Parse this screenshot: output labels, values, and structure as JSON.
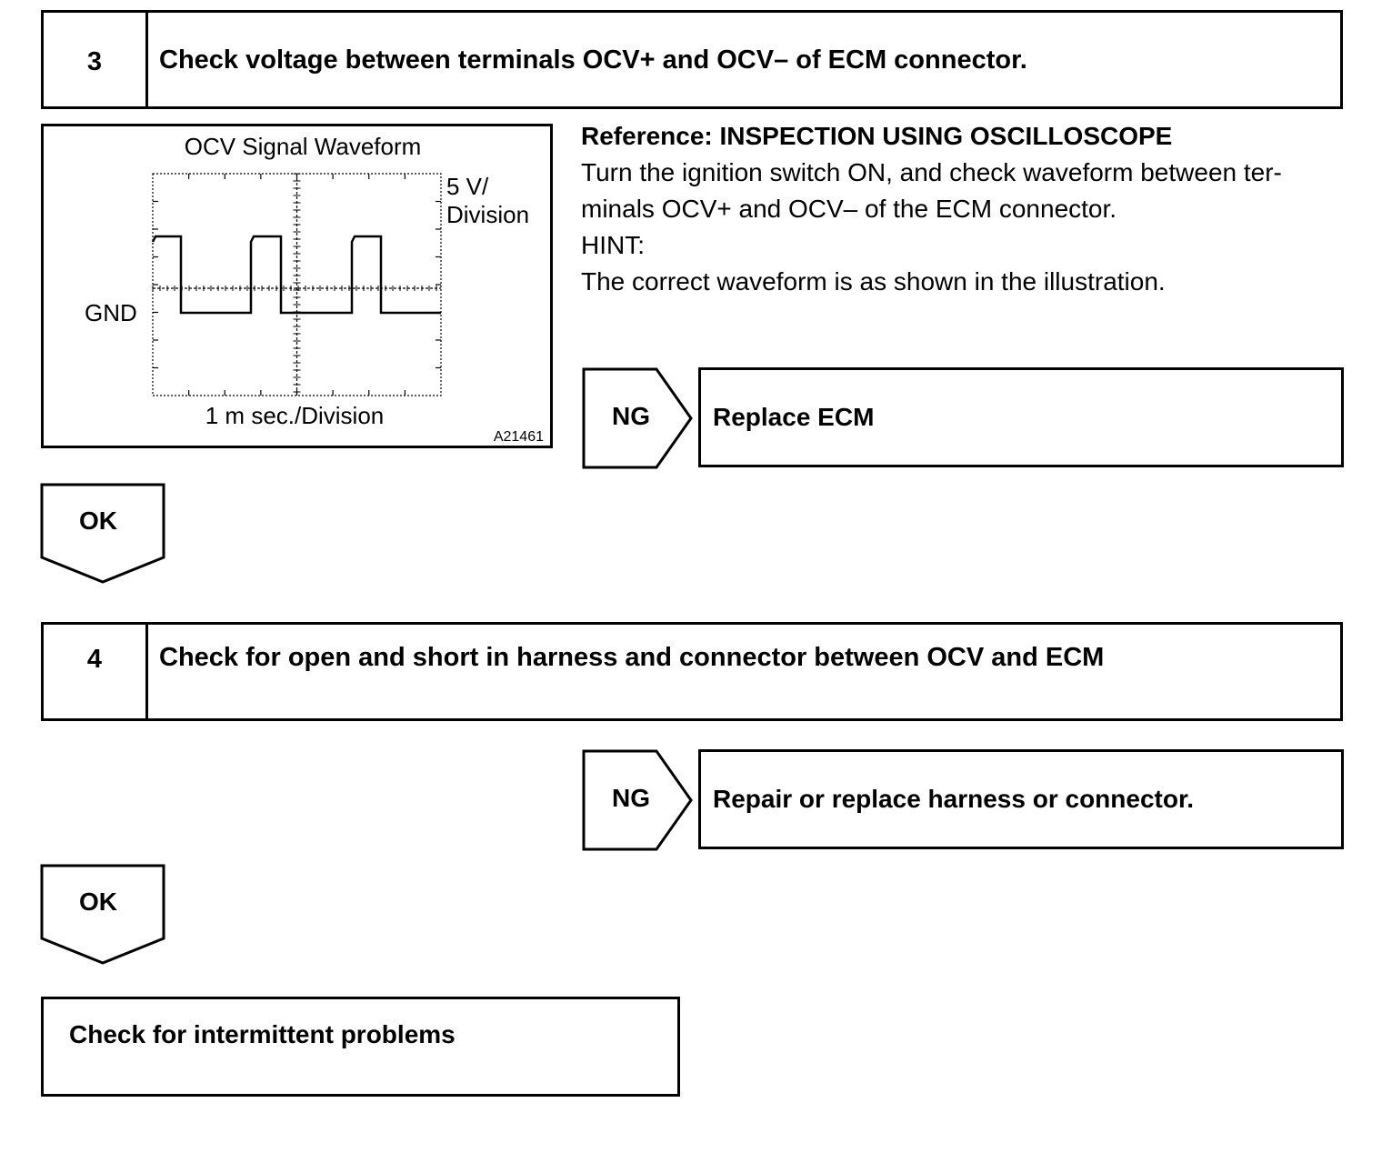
{
  "step3": {
    "number": "3",
    "title": "Check voltage between terminals OCV+ and OCV– of ECM connector."
  },
  "waveform": {
    "title": "OCV Signal Waveform",
    "volt_label_line1": "5 V/",
    "volt_label_line2": "Division",
    "gnd_label": "GND",
    "time_label": "1 m sec./Division",
    "figure_code": "A21461"
  },
  "reference": {
    "heading": "Reference: INSPECTION USING OSCILLOSCOPE",
    "line1": "Turn the ignition switch ON, and check waveform between ter-",
    "line2": "minals OCV+ and OCV– of the ECM connector.",
    "hint_label": "HINT:",
    "hint_text": "The correct waveform is as shown in the illustration."
  },
  "result3_ng": {
    "label": "NG",
    "text": "Replace ECM"
  },
  "ok1": {
    "label": "OK"
  },
  "step4": {
    "number": "4",
    "title": "Check for open and short in harness and connector between OCV and ECM"
  },
  "result4_ng": {
    "label": "NG",
    "text": "Repair or replace harness or connector."
  },
  "ok2": {
    "label": "OK"
  },
  "final": {
    "text": "Check for intermittent problems"
  }
}
